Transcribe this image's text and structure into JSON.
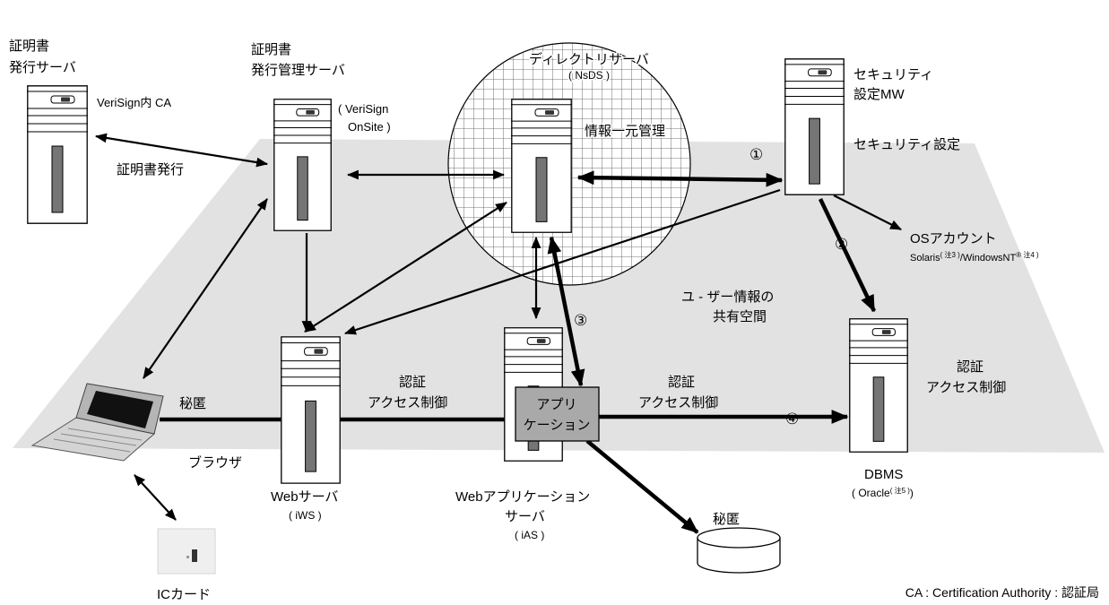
{
  "colors": {
    "shared_space": "#e2e2e2",
    "slot": "#757575",
    "app_box": "#a9a9a9",
    "screen": "#111111",
    "laptop_lid": "#b5b5b5",
    "laptop_base": "#d4d4d4",
    "ic_card": "#efefef"
  },
  "cert_server": {
    "title": [
      "証明書",
      "発行サーバ"
    ],
    "note": "VeriSign内 CA"
  },
  "cert_issue_label": "証明書発行",
  "cert_mgmt_server": {
    "title": [
      "証明書",
      "発行管理サーバ"
    ],
    "note": [
      "( VeriSign",
      "OnSite )"
    ]
  },
  "directory_server": {
    "title": "ディレクトリサーバ",
    "product": "( NsDS )",
    "role": "情報一元管理"
  },
  "security_mw": {
    "title": [
      "セキュリティ",
      "設定MW"
    ],
    "role": "セキュリティ設定"
  },
  "os_account": {
    "title": "OSアカウント",
    "note": {
      "solaris": "Solaris",
      "note3": "( 注3 )",
      "windows": "/WindowsNT",
      "note4": "® 注4 )"
    }
  },
  "shared_space": [
    "ユ - ザー情報の",
    "共有空間"
  ],
  "dbms": {
    "title": "DBMS",
    "product": "( Oracle",
    "note5": "( 注5 )",
    "close": ")",
    "auth": [
      "認証",
      "アクセス制御"
    ]
  },
  "browser": {
    "label": "ブラウザ",
    "link_label": "秘匿"
  },
  "web_server": {
    "title": "Webサーバ",
    "product": "( iWS )",
    "auth": [
      "認証",
      "アクセス制御"
    ]
  },
  "app_server": {
    "title": [
      "Webアプリケーション",
      "サーバ"
    ],
    "product": "( iAS )",
    "auth": [
      "認証",
      "アクセス制御"
    ]
  },
  "application": [
    "アプリ",
    "ケーション"
  ],
  "storage": {
    "label": "秘匿"
  },
  "ic_card": "ICカード",
  "steps": [
    "①",
    "②",
    "③",
    "④"
  ],
  "footnote": "CA : Certification Authority : 認証局"
}
